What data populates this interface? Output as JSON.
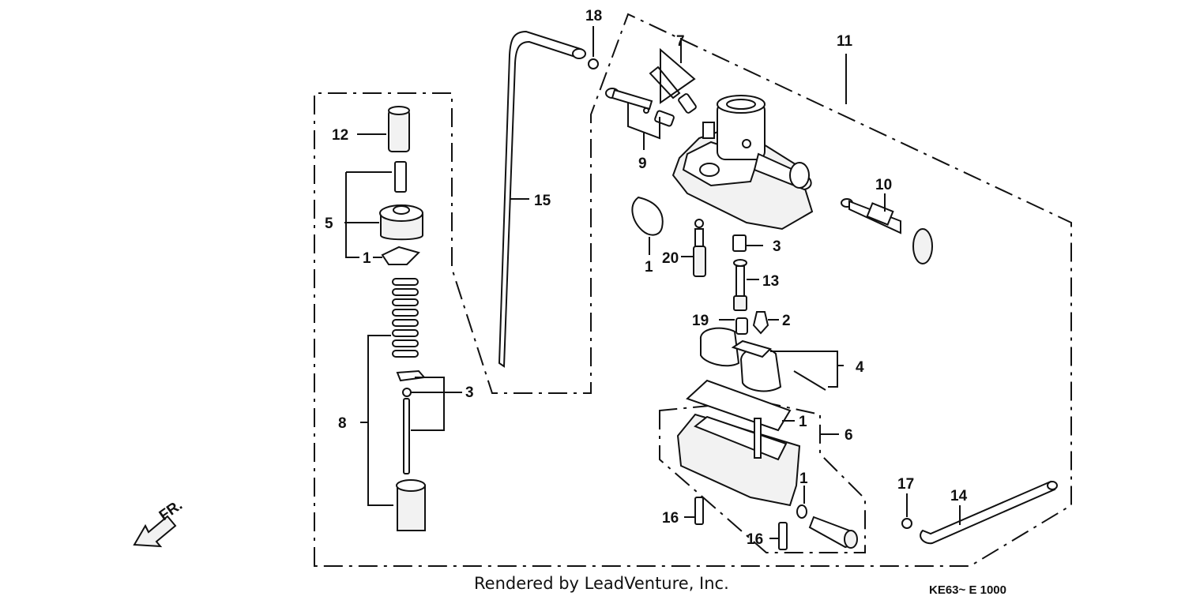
{
  "labels": {
    "l1a": "1",
    "l1b": "1",
    "l1c": "1",
    "l1d": "1",
    "l2": "2",
    "l3a": "3",
    "l3b": "3",
    "l4": "4",
    "l5": "5",
    "l6": "6",
    "l7": "7",
    "l8": "8",
    "l9": "9",
    "l10": "10",
    "l11": "11",
    "l12": "12",
    "l13": "13",
    "l14": "14",
    "l15": "15",
    "l16a": "16",
    "l16b": "16",
    "l17": "17",
    "l18": "18",
    "l19": "19",
    "l20": "20"
  },
  "direction_label": "FR.",
  "footer": {
    "caption": "Rendered by LeadVenture, Inc.",
    "code": "KE63~ E 1000"
  }
}
